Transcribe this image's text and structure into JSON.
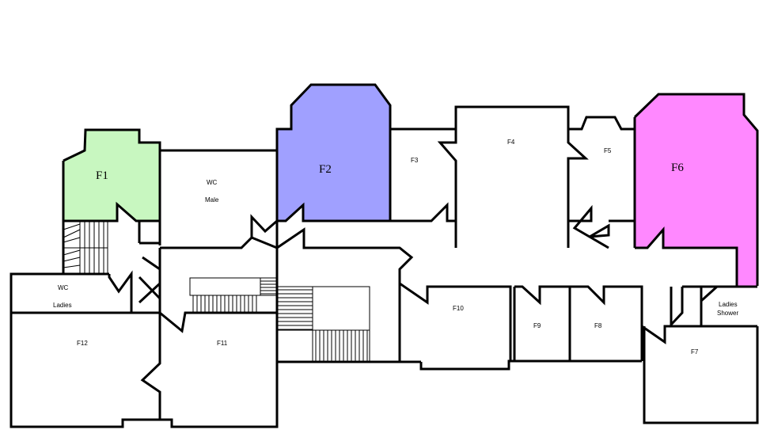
{
  "rooms": {
    "f1": {
      "label": "F1",
      "color": "#c8f7c0"
    },
    "f2": {
      "label": "F2",
      "color": "#a0a0ff"
    },
    "f3": {
      "label": "F3"
    },
    "f4": {
      "label": "F4"
    },
    "f5": {
      "label": "F5"
    },
    "f6": {
      "label": "F6",
      "color": "#ff88ff"
    },
    "f7": {
      "label": "F7"
    },
    "f8": {
      "label": "F8"
    },
    "f9": {
      "label": "F9"
    },
    "f10": {
      "label": "F10"
    },
    "f11": {
      "label": "F11"
    },
    "f12": {
      "label": "F12"
    },
    "wc_male": {
      "line1": "WC",
      "line2": "Male"
    },
    "wc_ladies": {
      "line1": "WC",
      "line2": "Ladies"
    },
    "ladies_shower": {
      "line1": "Ladies",
      "line2": "Shower"
    }
  }
}
